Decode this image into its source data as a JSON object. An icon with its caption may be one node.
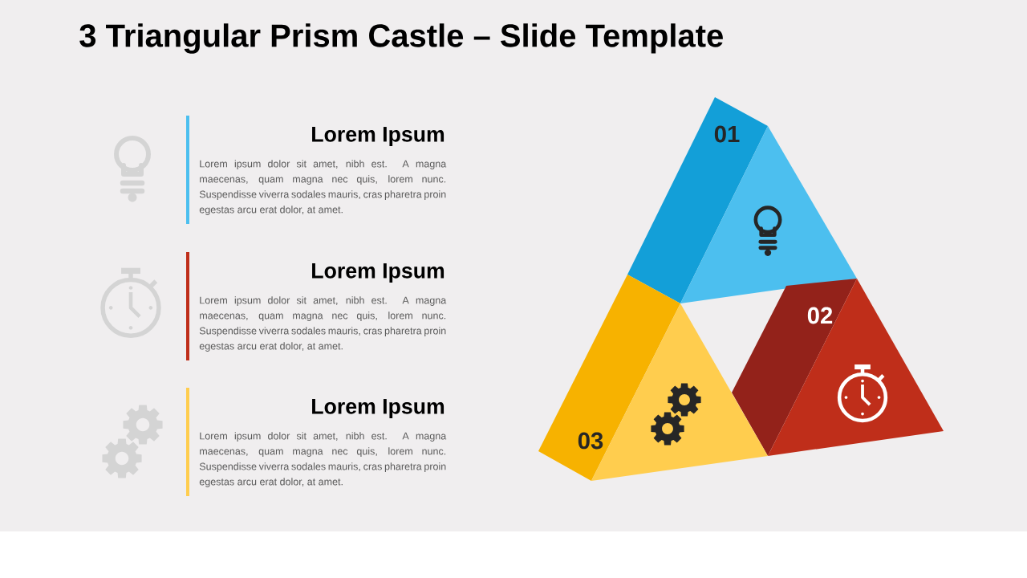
{
  "diagram": {
    "title": "3 Triangular Prism Castle – Slide Template",
    "nodes": [
      {
        "text": [
          "01"
        ]
      },
      {
        "text": [
          "02"
        ]
      },
      {
        "text": [
          "03"
        ]
      }
    ],
    "labels": [
      "Lorem Ipsum",
      "Lorem ipsum dolor sit amet, nibh est. A magna maecenas, quam magna nec quis, lorem nunc. Suspendisse viverra sodales mauris, cras pharetra proin egestas arcu erat dolor, at amet.",
      "Lorem Ipsum",
      "Lorem ipsum dolor sit amet, nibh est. A magna maecenas, quam magna nec quis, lorem nunc. Suspendisse viverra sodales mauris, cras pharetra proin egestas arcu erat dolor, at amet.",
      "Lorem Ipsum",
      "Lorem ipsum dolor sit amet, nibh est. A magna maecenas, quam magna nec quis, lorem nunc. Suspendisse viverra sodales mauris, cras pharetra proin egestas arcu erat dolor, at amet."
    ]
  }
}
